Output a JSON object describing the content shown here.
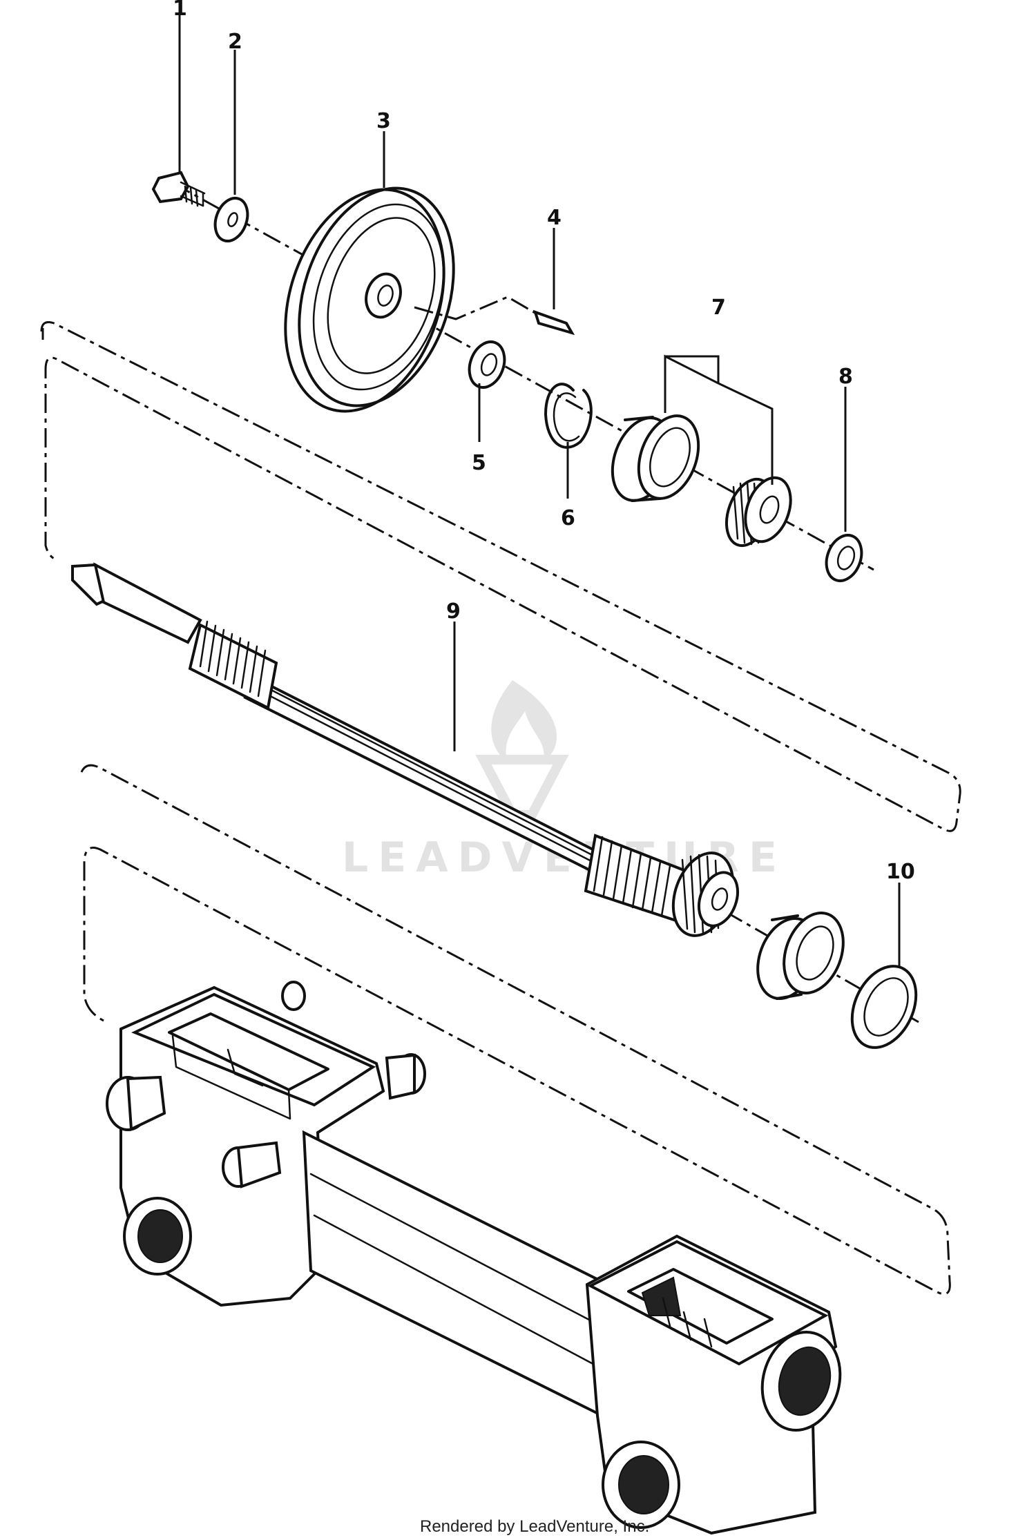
{
  "diagram": {
    "parts": [
      {
        "number": "1"
      },
      {
        "number": "2"
      },
      {
        "number": "3"
      },
      {
        "number": "4"
      },
      {
        "number": "5"
      },
      {
        "number": "6"
      },
      {
        "number": "7"
      },
      {
        "number": "8"
      },
      {
        "number": "9"
      },
      {
        "number": "10"
      }
    ]
  },
  "watermark": {
    "text": "LEADVENTURE"
  },
  "footer": {
    "credit": "Rendered by LeadVenture, Inc."
  }
}
